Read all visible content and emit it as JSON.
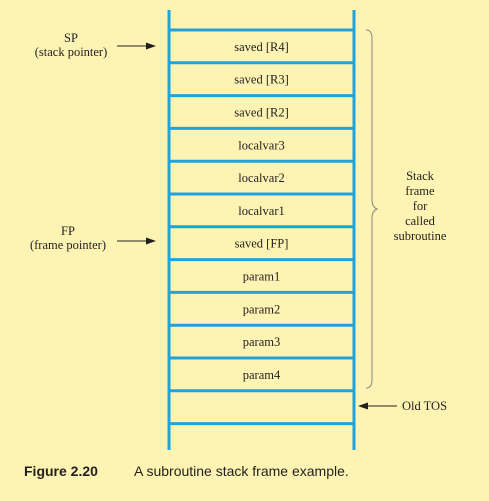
{
  "colors": {
    "background": "#fdf3b3",
    "stack_frame_border": "#1fa3dc",
    "text": "#231f20",
    "brace": "#8a8a8a"
  },
  "stack": {
    "cells": [
      "saved [R4]",
      "saved [R3]",
      "saved [R2]",
      "localvar3",
      "localvar2",
      "localvar1",
      "saved [FP]",
      "param1",
      "param2",
      "param3",
      "param4",
      ""
    ]
  },
  "pointers": {
    "sp": {
      "label": "SP",
      "sublabel": "(stack pointer)"
    },
    "fp": {
      "label": "FP",
      "sublabel": "(frame pointer)"
    },
    "old_tos": {
      "label": "Old TOS"
    }
  },
  "brace_label": [
    "Stack",
    "frame",
    "for",
    "called",
    "subroutine"
  ],
  "caption": {
    "number": "Figure 2.20",
    "text": "A subroutine stack frame example."
  }
}
